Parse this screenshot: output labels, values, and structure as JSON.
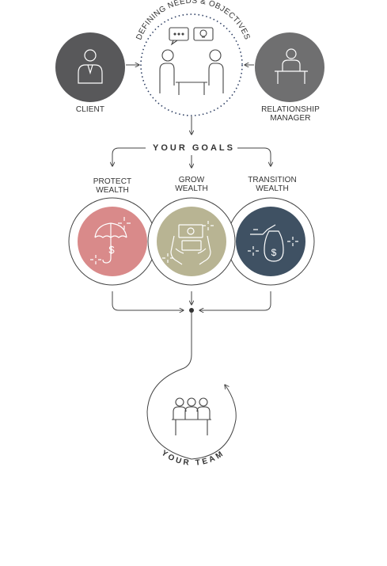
{
  "header": {
    "arc_title": "DEFINING NEEDS & OBJECTIVES"
  },
  "participants": {
    "client": {
      "label": "CLIENT"
    },
    "manager": {
      "line1": "RELATIONSHIP",
      "line2": "MANAGER"
    }
  },
  "goals": {
    "title": "YOUR GOALS",
    "items": [
      {
        "line1": "PROTECT",
        "line2": "WEALTH",
        "color": "#d98a8a"
      },
      {
        "line1": "GROW",
        "line2": "WEALTH",
        "color": "#b8b493"
      },
      {
        "line1": "TRANSITION",
        "line2": "WEALTH",
        "color": "#3f5163"
      }
    ]
  },
  "team": {
    "arc_title": "YOUR TEAM"
  },
  "colors": {
    "dark_circle": "#58585a",
    "grey_circle": "#6f6f70",
    "line": "#444444",
    "dots": "#2e3f63"
  }
}
